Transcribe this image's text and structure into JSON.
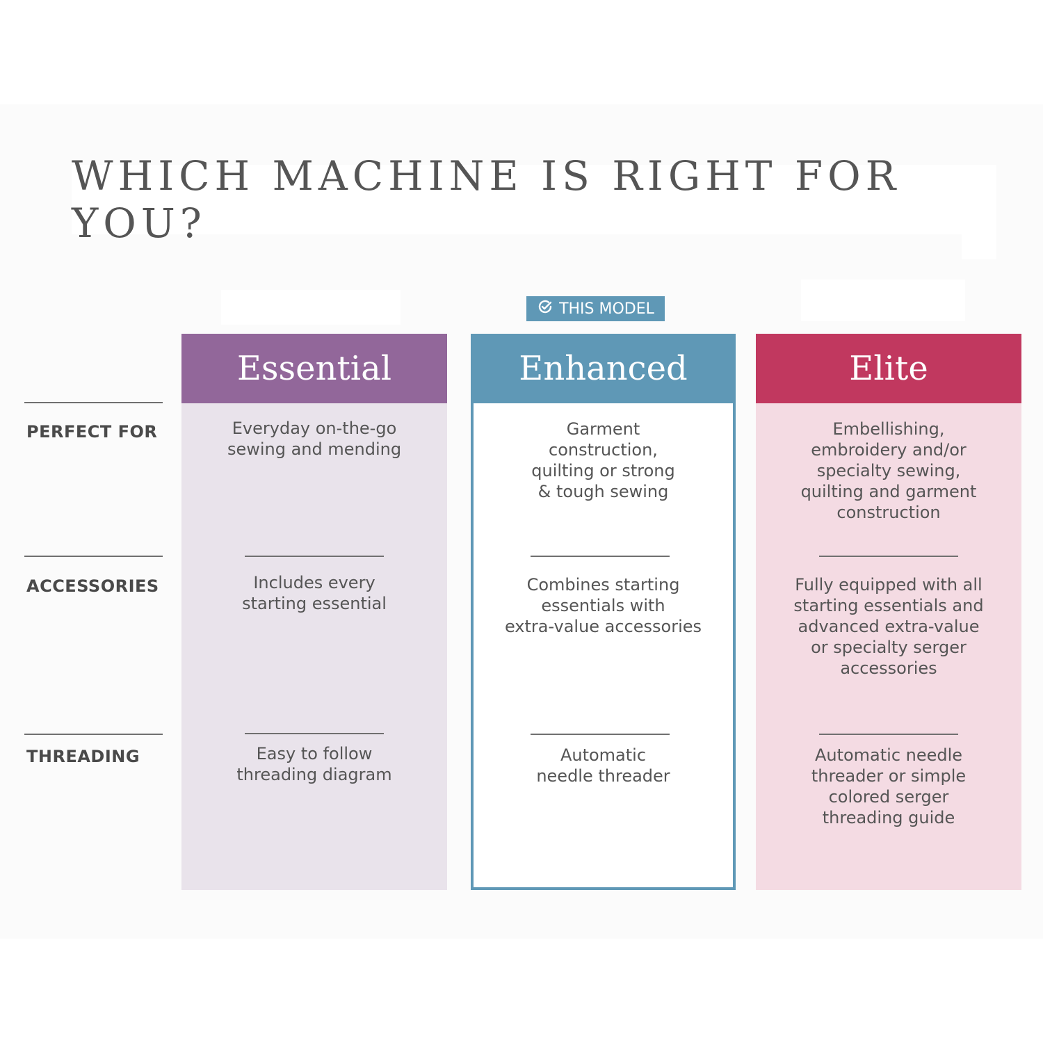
{
  "title": "WHICH MACHINE IS RIGHT FOR YOU?",
  "badge": {
    "label": "THIS MODEL",
    "icon": "check-circle-icon",
    "color": "#5f98b6"
  },
  "row_labels": [
    "PERFECT FOR",
    "ACCESSORIES",
    "THREADING"
  ],
  "columns": [
    {
      "name": "Essential",
      "color": "#92679a",
      "perfect_for": "Everyday on-the-go\nsewing and mending",
      "accessories": "Includes every\nstarting essential",
      "threading": "Easy to follow\nthreading diagram"
    },
    {
      "name": "Enhanced",
      "color": "#5f98b6",
      "perfect_for": "Garment\nconstruction,\nquilting or strong\n& tough sewing",
      "accessories": "Combines starting\nessentials with\nextra-value accessories",
      "threading": "Automatic\nneedle threader"
    },
    {
      "name": "Elite",
      "color": "#c1385f",
      "perfect_for": "Embellishing,\nembroidery and/or\nspecialty sewing,\nquilting and garment\nconstruction",
      "accessories": "Fully equipped with all\nstarting essentials and\nadvanced extra-value\nor specialty serger\naccessories",
      "threading": "Automatic needle\nthreader or simple\ncolored serger\nthreading guide"
    }
  ]
}
